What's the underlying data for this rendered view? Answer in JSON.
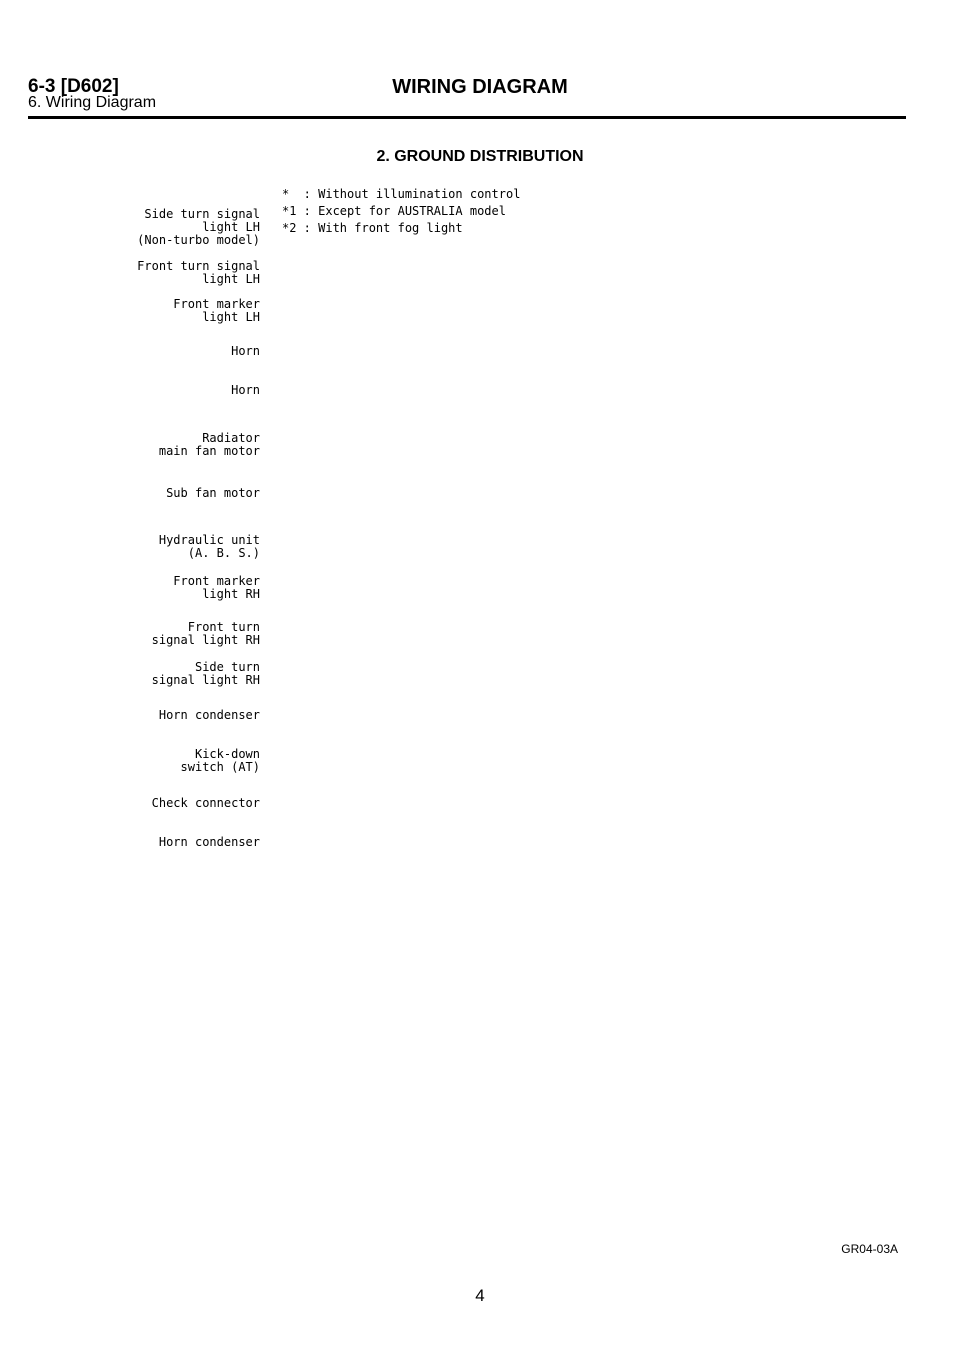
{
  "header": {
    "section_id": "6-3 [D602]",
    "section_name": "6. Wiring Diagram",
    "title": "WIRING DIAGRAM"
  },
  "diagram": {
    "title": "2. GROUND DISTRIBUTION",
    "legend": [
      "*  : Without illumination control",
      "*1 : Except for AUSTRALIA model",
      "*2 : With front fog light"
    ],
    "components": [
      "Side turn signal\nlight LH\n(Non-turbo model)",
      "Front turn signal\nlight LH",
      "Front marker\nlight LH",
      "Horn",
      "Horn",
      "Radiator\nmain fan motor",
      "Sub fan motor",
      "Hydraulic unit\n(A. B. S.)",
      "Front marker\nlight RH",
      "Front turn\nsignal light RH",
      "Side turn\nsignal light RH",
      "Horn condenser",
      "Kick-down\nswitch (AT)",
      "Check connector",
      "Horn condenser"
    ]
  },
  "footer": {
    "code": "GR04-03A",
    "page_number": "4"
  }
}
